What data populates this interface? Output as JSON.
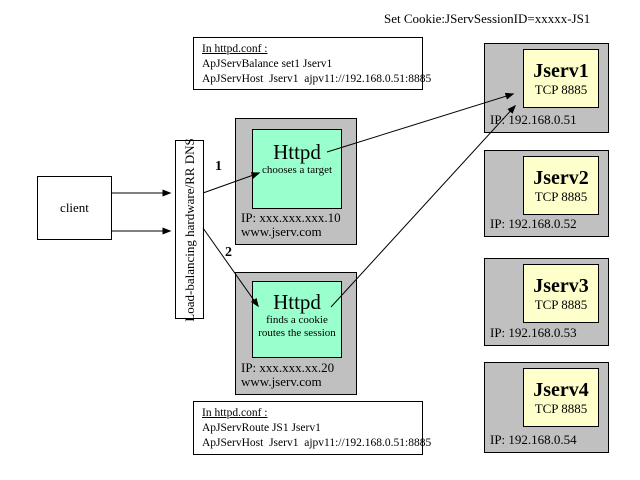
{
  "header": {
    "cookie_note": "Set Cookie:JServSessionID=xxxxx-JS1"
  },
  "conf_boxes": {
    "top": {
      "heading": "In httpd.conf :",
      "lines": [
        "ApJServBalance set1 Jserv1",
        "ApJServHost  Jserv1  ajpv11://192.168.0.51:8885"
      ]
    },
    "bottom": {
      "heading": "In httpd.conf :",
      "lines": [
        "ApJServRoute JS1 Jserv1",
        "ApJServHost  Jserv1  ajpv11://192.168.0.51:8885"
      ]
    }
  },
  "client": {
    "label": "client"
  },
  "load_balancer": {
    "label": "Load-balancing hardware/RR DNS"
  },
  "flow_labels": {
    "step1": "1",
    "step2": "2"
  },
  "httpd_servers": [
    {
      "name": "Httpd",
      "captions": [
        "chooses a target"
      ],
      "ip": "IP: xxx.xxx.xxx.10",
      "host": "www.jserv.com"
    },
    {
      "name": "Httpd",
      "captions": [
        "finds a cookie",
        "routes the session"
      ],
      "ip": "IP: xxx.xxx.xx.20",
      "host": "www.jserv.com"
    }
  ],
  "jserv_servers": [
    {
      "name": "Jserv1",
      "port": "TCP 8885",
      "ip": "IP: 192.168.0.51"
    },
    {
      "name": "Jserv2",
      "port": "TCP 8885",
      "ip": "IP: 192.168.0.52"
    },
    {
      "name": "Jserv3",
      "port": "TCP 8885",
      "ip": "IP: 192.168.0.53"
    },
    {
      "name": "Jserv4",
      "port": "TCP 8885",
      "ip": "IP: 192.168.0.54"
    }
  ],
  "colors": {
    "server_box_gray": "#c0c0c0",
    "httpd_fill_green": "#99ffcc",
    "jserv_fill_yellow": "#ffffcc",
    "line_black": "#000000",
    "background": "#ffffff"
  }
}
